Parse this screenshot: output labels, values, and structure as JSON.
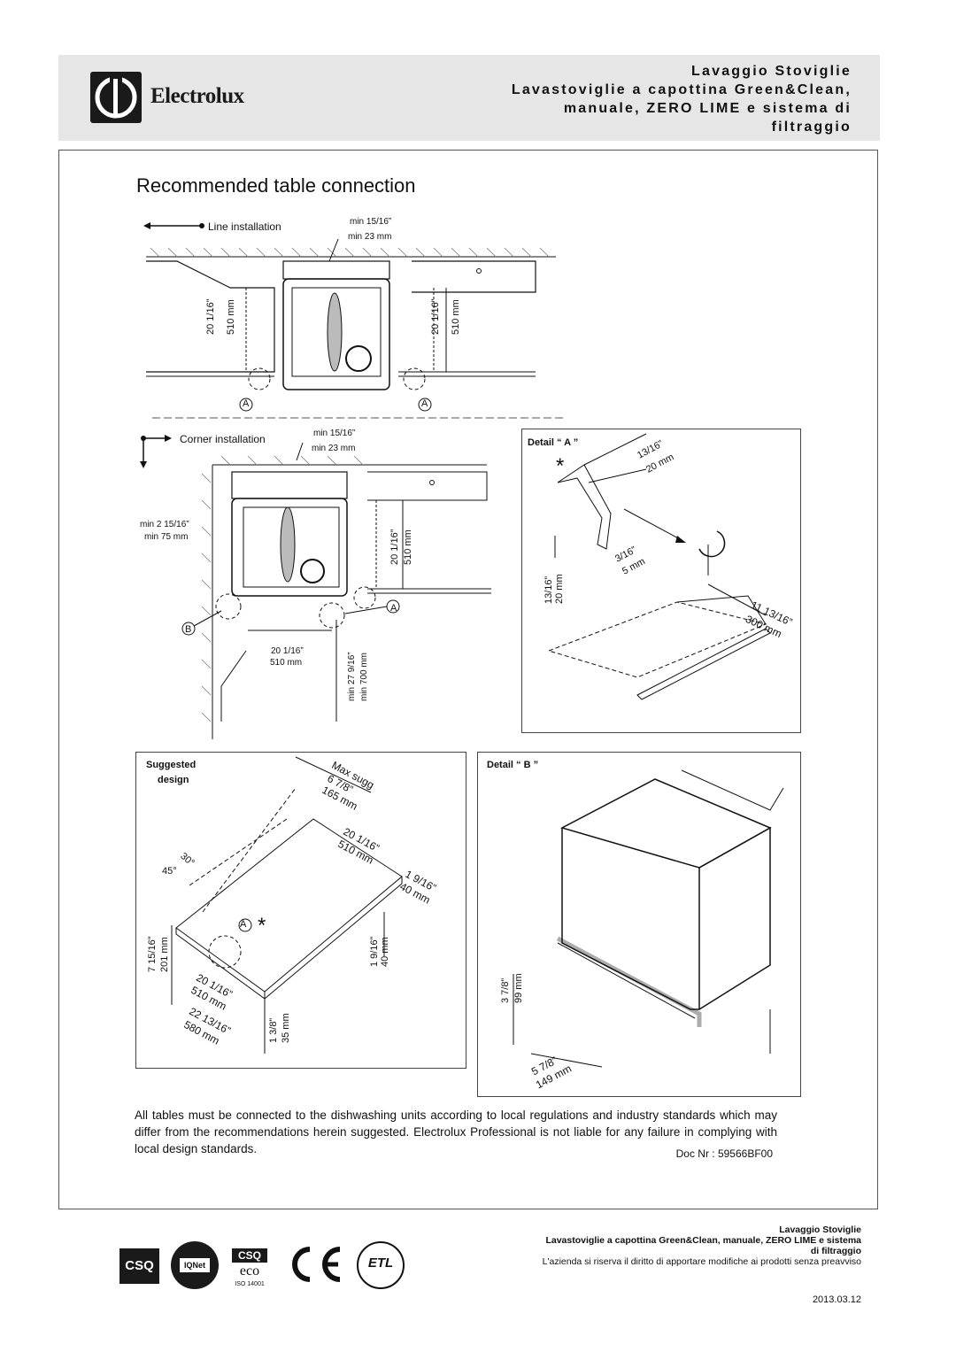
{
  "header": {
    "brand": "Electrolux",
    "title_line1": "Lavaggio Stoviglie",
    "title_line2": "Lavastoviglie a capottina Green&Clean,",
    "title_line3": "manuale, ZERO LIME e sistema di",
    "title_line4": "filtraggio"
  },
  "section_title": "Recommended table connection",
  "line_install": {
    "label": "Line installation",
    "min_in": "min 15/16”",
    "min_mm": "min 23 mm",
    "dim_in": "20 1/16”",
    "dim_mm": "510 mm",
    "eq": "=",
    "callout": "A"
  },
  "corner_install": {
    "label": "Corner installation",
    "min_in": "min 15/16”",
    "min_mm": "min 23 mm",
    "side_in": "min 2 15/16”",
    "side_mm": "min 75 mm",
    "dim_in": "20 1/16”",
    "dim_mm": "510 mm",
    "bottom_in": "20 1/16”",
    "bottom_mm": "510 mm",
    "min_tall_in": "min 27 9/16”",
    "min_tall_mm": "min 700 mm",
    "eq": "=",
    "callout_a": "A",
    "callout_b": "B"
  },
  "detail_a": {
    "title": "Detail “ A ”",
    "d1_in": "13/16”",
    "d1_mm": "20 mm",
    "d2_in": "3/16”",
    "d2_mm": "5 mm",
    "d3_in": "13/16”",
    "d3_mm": "20 mm",
    "d4_in": "11 13/16”",
    "d4_mm": "300 mm",
    "asterisk": "*"
  },
  "suggested": {
    "title_line1": "Suggested",
    "title_line2": "design",
    "max_label": "Max sugg",
    "max_in": "6 7/8”",
    "max_mm": "165 mm",
    "w_in": "20 1/16”",
    "w_mm": "510 mm",
    "lip_in": "1 9/16”",
    "lip_mm": "40 mm",
    "angle1": "45°",
    "angle2": "30°",
    "h_in": "7 15/16”",
    "h_mm": "201 mm",
    "v_in": "1 9/16”",
    "v_mm": "40 mm",
    "d_in": "20 1/16”",
    "d_mm": "510 mm",
    "depth_in": "22 13/16”",
    "depth_mm": "580 mm",
    "small_in": "1 3/8”",
    "small_mm": "35 mm",
    "callout": "A",
    "asterisk": "*"
  },
  "detail_b": {
    "title": "Detail “ B ”",
    "h_in": "3 7/8”",
    "h_mm": "99 mm",
    "d_in": "5 7/8”",
    "d_mm": "149 mm"
  },
  "disclaimer": "All tables must be connected to the dishwashing units according to local regulations and industry standards which may differ from the recommendations herein suggested. Electrolux Professional is not liable for any failure in complying with local design standards.",
  "doc_nr": "Doc Nr : 59566BF00",
  "footer": {
    "line1": "Lavaggio Stoviglie",
    "line2": "Lavastoviglie a capottina Green&Clean, manuale, ZERO LIME e sistema",
    "line3": "di filtraggio",
    "line4": "L'azienda si riserva il diritto di apportare modifiche ai prodotti senza preavviso",
    "date": "2013.03.12"
  },
  "certs": {
    "csq": "CSQ",
    "iqnet": "IQNet",
    "csq2": "CSQ",
    "eco": "eco",
    "iso": "ISO 14001",
    "ce": "CE",
    "etl": "ETL"
  }
}
